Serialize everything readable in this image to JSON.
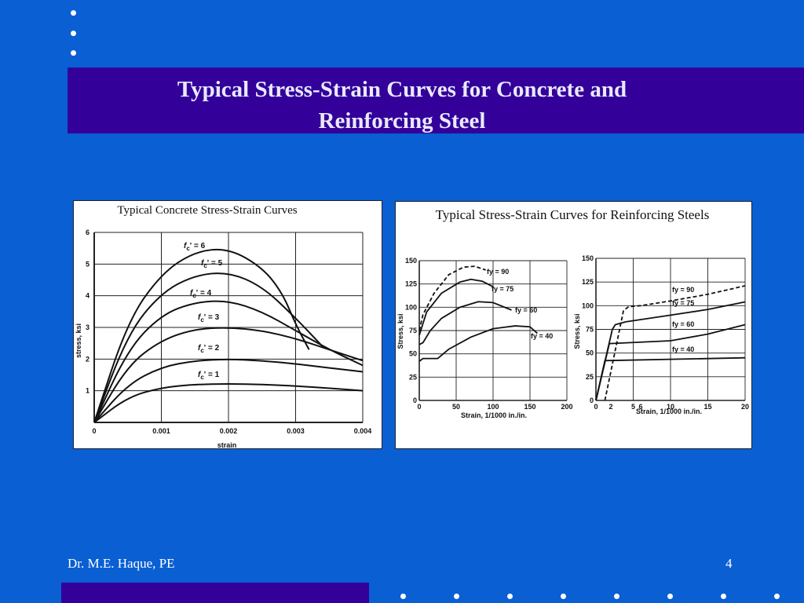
{
  "slide": {
    "title_line1": "Typical Stress-Strain Curves for Concrete and",
    "title_line2": "Reinforcing Steel",
    "author": "Dr. M.E. Haque, PE",
    "page_number": "4"
  },
  "colors": {
    "background": "#0a5fd3",
    "band": "#330099",
    "text": "#ffffff"
  },
  "chart_data": [
    {
      "type": "line",
      "title": "Typical Concrete Stress-Strain Curves",
      "xlabel": "strain",
      "ylabel": "stress, ksi",
      "xlim": [
        0,
        0.004
      ],
      "ylim": [
        0,
        6
      ],
      "x_ticks": [
        "0",
        "0.001",
        "0.002",
        "0.003",
        "0.004"
      ],
      "y_ticks": [
        "1",
        "2",
        "3",
        "4",
        "5",
        "6"
      ],
      "grid": true,
      "series": [
        {
          "name": "fc' = 6",
          "label_main": "f",
          "label_sub": "c",
          "label_eq": "' = 6",
          "points": [
            [
              0,
              0
            ],
            [
              0.0005,
              3.2
            ],
            [
              0.001,
              4.7
            ],
            [
              0.0015,
              5.4
            ],
            [
              0.002,
              5.5
            ],
            [
              0.0025,
              4.9
            ],
            [
              0.0028,
              4.1
            ],
            [
              0.003,
              3.1
            ],
            [
              0.0032,
              2.3
            ]
          ]
        },
        {
          "name": "fc' = 5",
          "label_main": "f",
          "label_sub": "c",
          "label_eq": "' = 5",
          "points": [
            [
              0,
              0
            ],
            [
              0.0005,
              2.8
            ],
            [
              0.001,
              4.1
            ],
            [
              0.0015,
              4.65
            ],
            [
              0.002,
              4.75
            ],
            [
              0.0025,
              4.3
            ],
            [
              0.003,
              3.3
            ],
            [
              0.0034,
              2.4
            ]
          ]
        },
        {
          "name": "fc' = 4",
          "label_main": "f",
          "label_sub": "c",
          "label_eq": "' = 4",
          "points": [
            [
              0,
              0
            ],
            [
              0.0005,
              2.3
            ],
            [
              0.001,
              3.4
            ],
            [
              0.0015,
              3.8
            ],
            [
              0.002,
              3.85
            ],
            [
              0.0025,
              3.5
            ],
            [
              0.003,
              2.9
            ],
            [
              0.0035,
              2.3
            ],
            [
              0.004,
              1.8
            ]
          ]
        },
        {
          "name": "fc' = 3",
          "label_main": "f",
          "label_sub": "c",
          "label_eq": "' = 3",
          "points": [
            [
              0,
              0
            ],
            [
              0.0005,
              1.8
            ],
            [
              0.001,
              2.6
            ],
            [
              0.0015,
              2.95
            ],
            [
              0.002,
              3.0
            ],
            [
              0.0025,
              2.9
            ],
            [
              0.003,
              2.65
            ],
            [
              0.0035,
              2.3
            ],
            [
              0.004,
              1.95
            ]
          ]
        },
        {
          "name": "fc' = 2",
          "label_main": "f",
          "label_sub": "c",
          "label_eq": "' = 2",
          "points": [
            [
              0,
              0
            ],
            [
              0.0005,
              1.2
            ],
            [
              0.001,
              1.75
            ],
            [
              0.0015,
              1.95
            ],
            [
              0.002,
              2.0
            ],
            [
              0.0025,
              1.95
            ],
            [
              0.003,
              1.85
            ],
            [
              0.0035,
              1.72
            ],
            [
              0.004,
              1.6
            ]
          ]
        },
        {
          "name": "fc' = 1",
          "label_main": "f",
          "label_sub": "c",
          "label_eq": "' = 1",
          "points": [
            [
              0,
              0
            ],
            [
              0.0005,
              0.8
            ],
            [
              0.001,
              1.1
            ],
            [
              0.0015,
              1.2
            ],
            [
              0.002,
              1.22
            ],
            [
              0.0025,
              1.2
            ],
            [
              0.003,
              1.15
            ],
            [
              0.0035,
              1.08
            ],
            [
              0.004,
              1.0
            ]
          ]
        }
      ]
    },
    {
      "type": "line",
      "title": "Typical Stress-Strain Curves for Reinforcing Steels",
      "subcharts": [
        {
          "xlabel": "Strain, 1/1000 in./in.",
          "ylabel": "Stress, ksi",
          "xlim": [
            0,
            200
          ],
          "ylim": [
            0,
            150
          ],
          "x_ticks": [
            "0",
            "50",
            "100",
            "150",
            "200"
          ],
          "y_ticks": [
            "0",
            "25",
            "50",
            "75",
            "100",
            "125",
            "150"
          ],
          "grid": true,
          "series": [
            {
              "name": "fy = 90",
              "dashed": true,
              "points": [
                [
                  0,
                  75
                ],
                [
                  5,
                  92
                ],
                [
                  20,
                  115
                ],
                [
                  40,
                  135
                ],
                [
                  60,
                  143
                ],
                [
                  75,
                  144
                ],
                [
                  90,
                  140
                ]
              ]
            },
            {
              "name": "fy = 75",
              "points": [
                [
                  0,
                  70
                ],
                [
                  10,
                  95
                ],
                [
                  30,
                  115
                ],
                [
                  55,
                  127
                ],
                [
                  70,
                  130
                ],
                [
                  85,
                  128
                ],
                [
                  100,
                  122
                ]
              ]
            },
            {
              "name": "fy = 60",
              "points": [
                [
                  0,
                  60
                ],
                [
                  5,
                  62
                ],
                [
                  15,
                  75
                ],
                [
                  30,
                  88
                ],
                [
                  55,
                  100
                ],
                [
                  80,
                  106
                ],
                [
                  100,
                  105
                ],
                [
                  125,
                  97
                ]
              ]
            },
            {
              "name": "fy = 40",
              "points": [
                [
                  0,
                  42
                ],
                [
                  5,
                  45
                ],
                [
                  25,
                  45
                ],
                [
                  40,
                  55
                ],
                [
                  70,
                  68
                ],
                [
                  100,
                  77
                ],
                [
                  130,
                  80
                ],
                [
                  150,
                  79
                ],
                [
                  160,
                  72
                ]
              ]
            }
          ]
        },
        {
          "xlabel": "Strain, 1/1000 in./in.",
          "ylabel": "Stress, ksi",
          "xlim": [
            0,
            20
          ],
          "ylim": [
            0,
            150
          ],
          "x_ticks": [
            "0",
            "2",
            "5",
            "6",
            "10",
            "15",
            "20"
          ],
          "y_ticks": [
            "0",
            "25",
            "50",
            "75",
            "100",
            "125",
            "150"
          ],
          "grid": true,
          "series": [
            {
              "name": "fy = 90",
              "dashed": true,
              "points": [
                [
                  1.2,
                  0
                ],
                [
                  3.7,
                  95
                ],
                [
                  4.4,
                  99
                ],
                [
                  6,
                  100
                ],
                [
                  10,
                  105
                ],
                [
                  15,
                  112
                ],
                [
                  20,
                  121
                ]
              ]
            },
            {
              "name": "fy = 75",
              "points": [
                [
                  0,
                  0
                ],
                [
                  2.2,
                  75
                ],
                [
                  2.6,
                  80
                ],
                [
                  4,
                  83
                ],
                [
                  10,
                  90
                ],
                [
                  15,
                  96
                ],
                [
                  20,
                  104
                ]
              ]
            },
            {
              "name": "fy = 60",
              "points": [
                [
                  0,
                  0
                ],
                [
                  1.8,
                  60
                ],
                [
                  10,
                  63
                ],
                [
                  15,
                  70
                ],
                [
                  20,
                  80
                ]
              ]
            },
            {
              "name": "fy = 40",
              "points": [
                [
                  0,
                  0
                ],
                [
                  1.2,
                  42
                ],
                [
                  20,
                  45
                ]
              ]
            }
          ]
        }
      ]
    }
  ]
}
